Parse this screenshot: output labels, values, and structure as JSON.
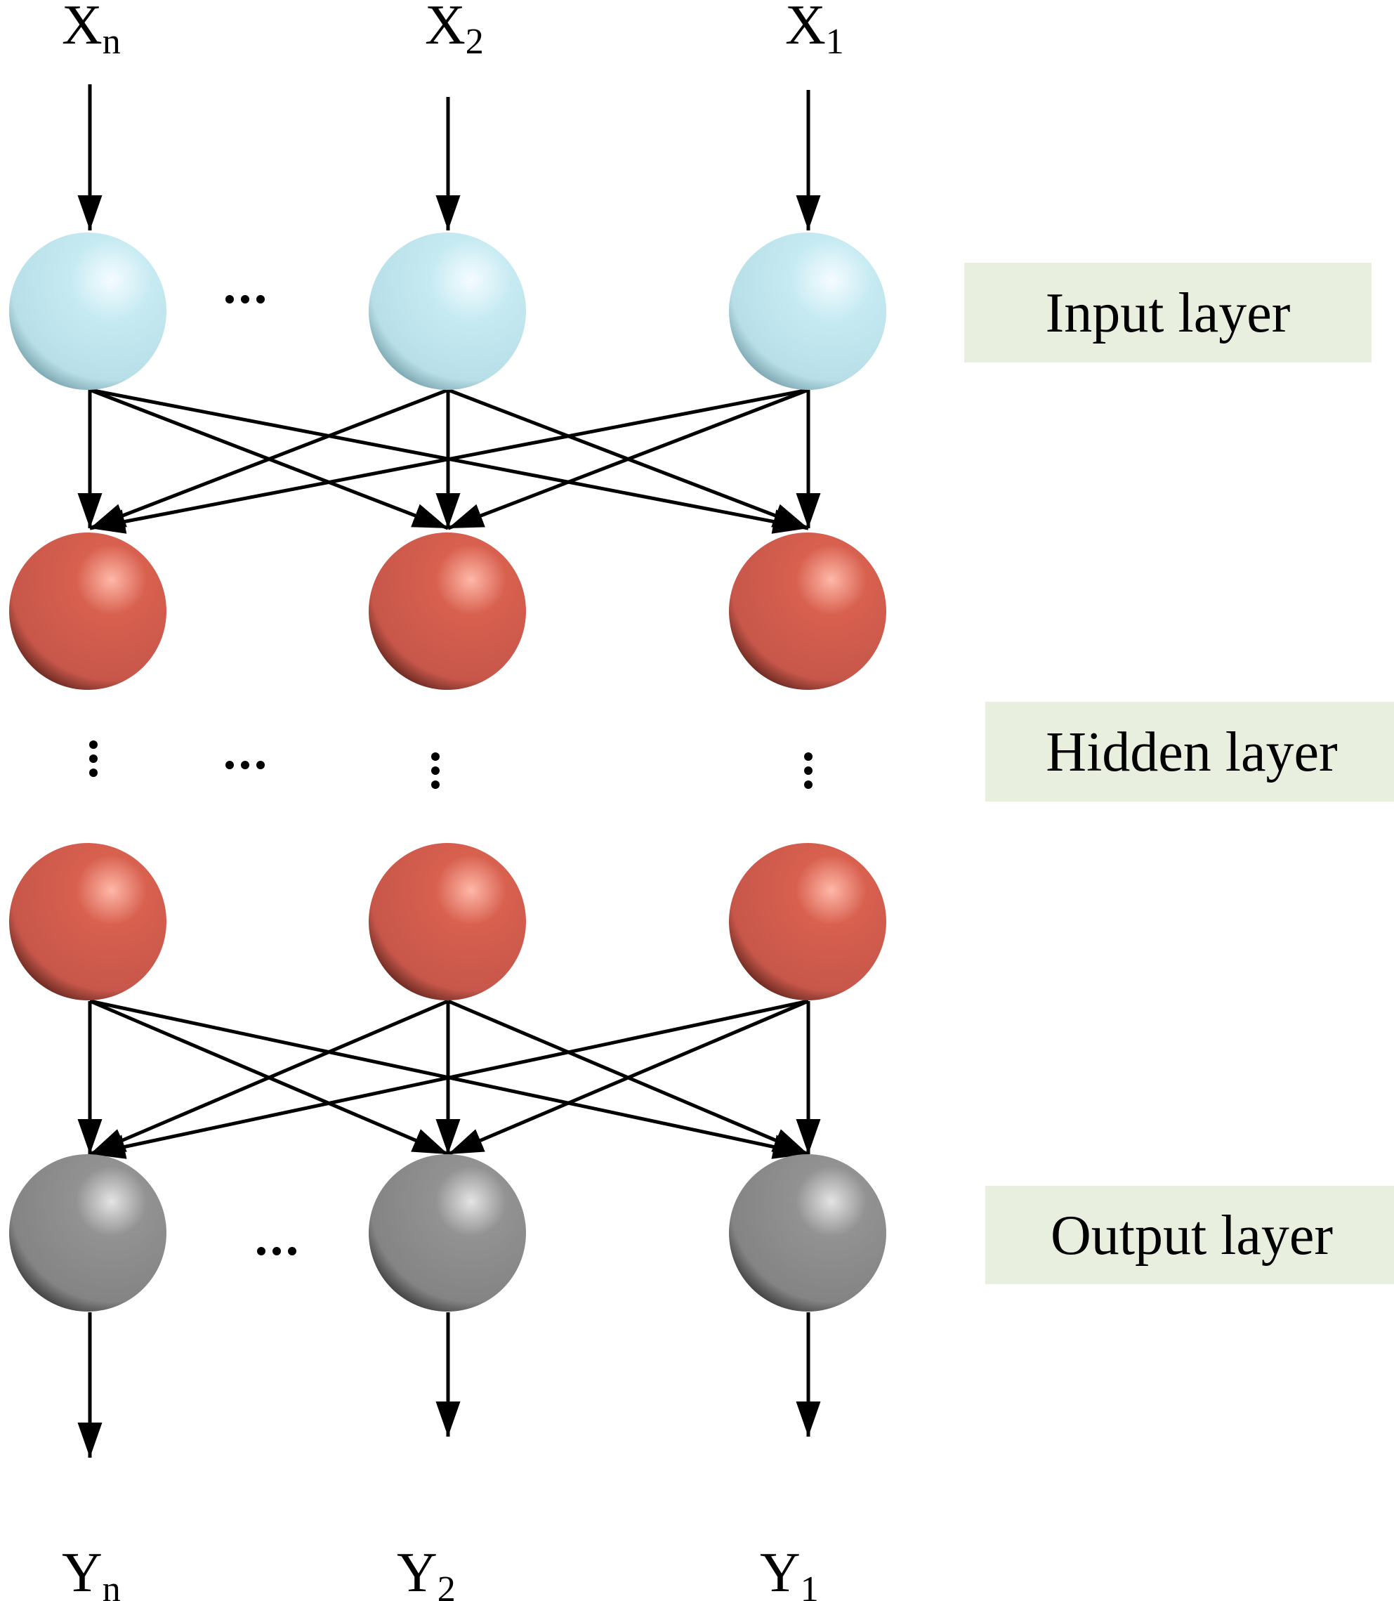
{
  "inputs": [
    {
      "symbol": "X",
      "sub": "n"
    },
    {
      "symbol": "X",
      "sub": "2"
    },
    {
      "symbol": "X",
      "sub": "1"
    }
  ],
  "outputs": [
    {
      "symbol": "Y",
      "sub": "n"
    },
    {
      "symbol": "Y",
      "sub": "2"
    },
    {
      "symbol": "Y",
      "sub": "1"
    }
  ],
  "layers": {
    "input": "Input layer",
    "hidden": "Hidden layer",
    "output": "Output layer"
  },
  "colors": {
    "input_node": "#bfe6ef",
    "hidden_node": "#cf5a4e",
    "output_node": "#8a8a8a",
    "layer_box": "#e9efdf"
  }
}
